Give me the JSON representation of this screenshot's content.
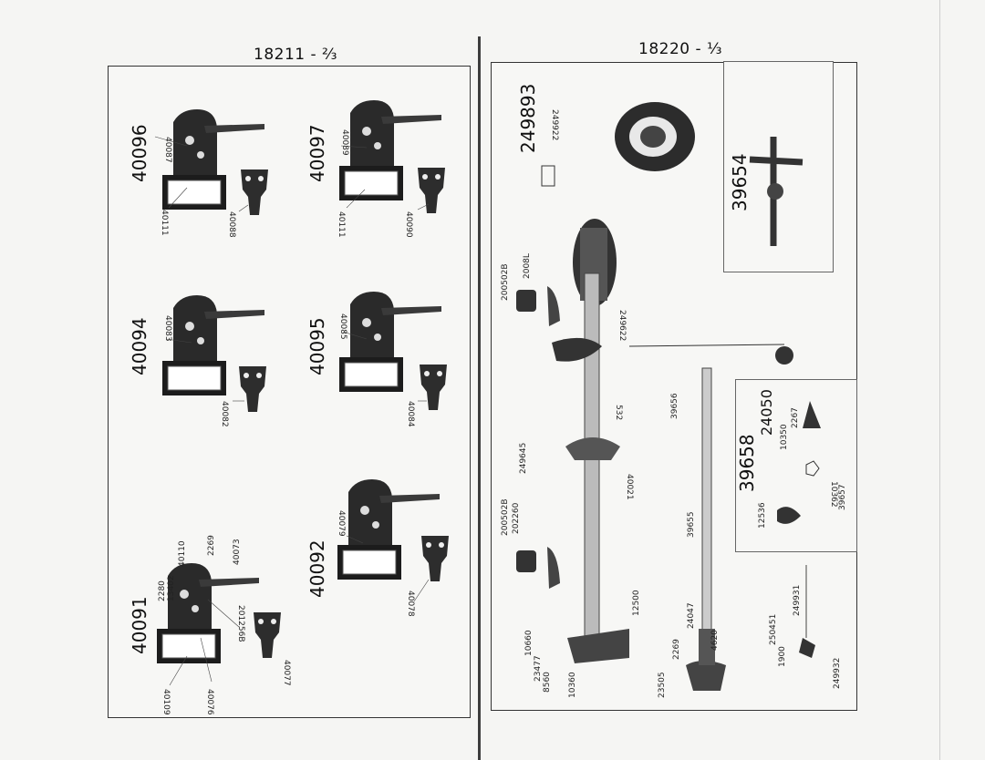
{
  "left_page": {
    "title": "18211 - ⅔",
    "parts": [
      {
        "number": "40096",
        "callouts": [
          "40087",
          "40111",
          "40088"
        ]
      },
      {
        "number": "40097",
        "callouts": [
          "40089",
          "40111",
          "40090"
        ]
      },
      {
        "number": "40094",
        "callouts": [
          "40083",
          "40082"
        ]
      },
      {
        "number": "40095",
        "callouts": [
          "40085",
          "40084"
        ]
      },
      {
        "number": "40091",
        "callouts": [
          "2280",
          "13402",
          "40110",
          "2269",
          "40073",
          "40109",
          "40076",
          "201256B",
          "40077"
        ]
      },
      {
        "number": "40092",
        "callouts": [
          "40079",
          "40078"
        ]
      }
    ]
  },
  "right_page": {
    "title": "18220 - ⅓",
    "part_numbers": [
      "249893",
      "39654",
      "39658",
      "24050"
    ],
    "callouts": [
      "249922",
      "200502B",
      "2008L",
      "249622",
      "39656",
      "249645",
      "40021",
      "200502B",
      "202260",
      "39655",
      "12500",
      "10660",
      "23477",
      "8560",
      "10360",
      "23505",
      "2269",
      "24047",
      "4620",
      "250451",
      "1900",
      "249931",
      "249932",
      "2267",
      "10350",
      "12536",
      "10362",
      "39657",
      "532"
    ]
  },
  "colors": {
    "ink": "#111111",
    "paper": "#f7f7f5",
    "part_fill": "#2a2a2a"
  }
}
